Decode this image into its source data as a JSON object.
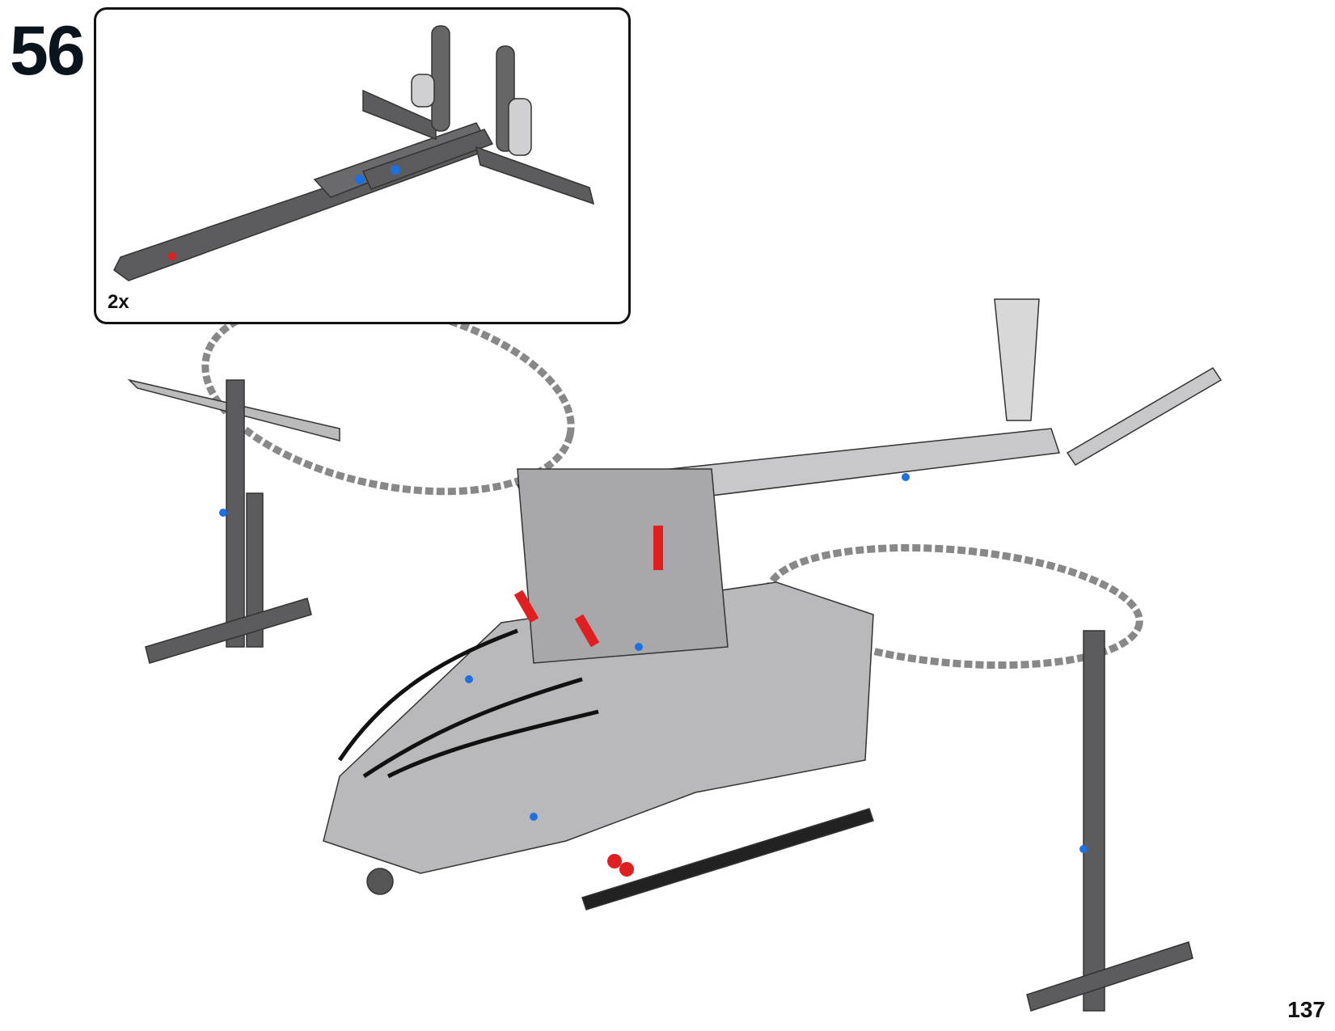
{
  "step": {
    "number": "56"
  },
  "callout": {
    "multiplier": "2x",
    "part": "stand-assembly"
  },
  "model": {
    "name": "helicopter-model"
  },
  "page": {
    "number": "137"
  },
  "colors": {
    "dark_gray": "#5c5c5e",
    "light_gray": "#c8c8ca",
    "black": "#222222",
    "blue": "#1e6fe0",
    "red": "#e02020"
  }
}
